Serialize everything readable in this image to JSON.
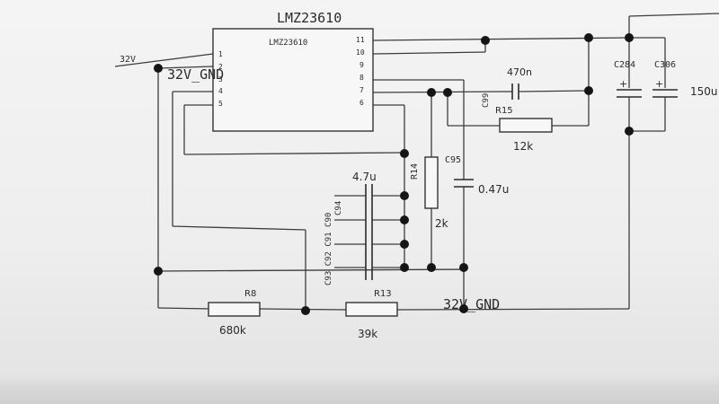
{
  "ic": {
    "name_large": "LMZ23610",
    "name_small": "LMZ23610",
    "pins_left": [
      "1",
      "2",
      "3",
      "4",
      "5"
    ],
    "pins_right": [
      "11",
      "10",
      "9",
      "8",
      "7",
      "6"
    ]
  },
  "nets": {
    "vin_label": "32V",
    "gnd_label_top": "32V_GND",
    "gnd_label_bottom": "32V_GND"
  },
  "components": {
    "c284": "C284",
    "c306": "C306",
    "c306_value": "150u",
    "c99": "C99",
    "c99_value": "470n",
    "r15": "R15",
    "r15_value": "12k",
    "r14": "R14",
    "r14_value": "2k",
    "c95": "C95",
    "c95_value": "0.47u",
    "c94_group_value": "4.7u",
    "c94": "C94",
    "c94_stack": "C93 C92 C91 C90",
    "r8": "R8",
    "r8_value": "680k",
    "r13": "R13",
    "r13_value": "39k"
  }
}
